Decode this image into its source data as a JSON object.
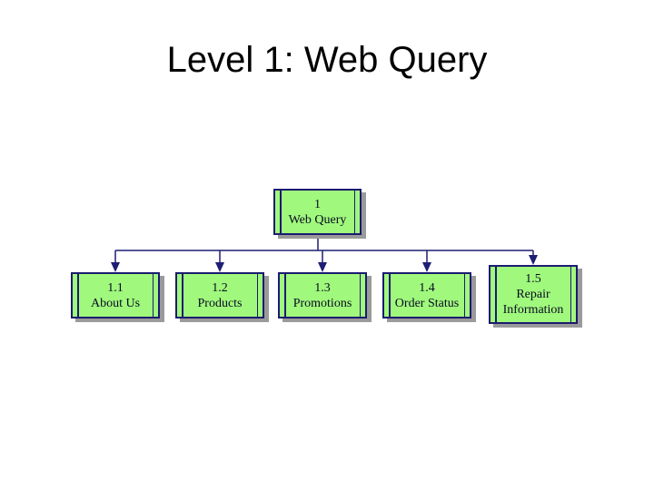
{
  "slide": {
    "title": "Level 1: Web Query",
    "background_color": "#ffffff",
    "title_color": "#000000"
  },
  "diagram": {
    "type": "org-chart-tree",
    "root": {
      "id": "1",
      "label": "Web Query"
    },
    "children": [
      {
        "id": "1.1",
        "label": "About Us"
      },
      {
        "id": "1.2",
        "label": "Products"
      },
      {
        "id": "1.3",
        "label": "Promotions"
      },
      {
        "id": "1.4",
        "label": "Order Status"
      },
      {
        "id": "1.5",
        "label": "Repair Information"
      }
    ],
    "colors": {
      "node_fill": "#a0f97c",
      "node_border": "#1b1b70",
      "node_text": "#0a0a23",
      "connector": "#1e1e73",
      "shadow": "#9a9a9a"
    }
  }
}
